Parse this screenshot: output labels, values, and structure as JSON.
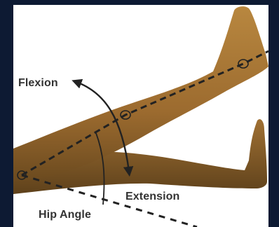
{
  "diagram": {
    "labels": {
      "flexion": "Flexion",
      "extension": "Extension",
      "hip_angle": "Hip Angle"
    },
    "colors": {
      "page_background": "#0d1a33",
      "panel_background": "#ffffff",
      "skin": "#a8763a",
      "skin_shadow": "#6b4a1f",
      "line": "#222222",
      "text": "#333333"
    }
  }
}
